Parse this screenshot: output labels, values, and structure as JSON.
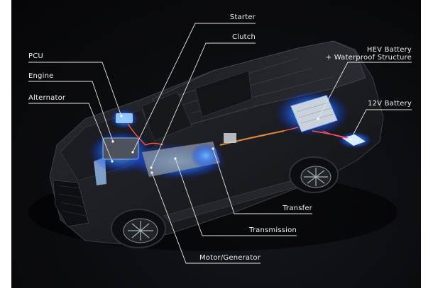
{
  "diagram": {
    "title": "Hybrid SUV powertrain component cutaway",
    "colors": {
      "background": "#0b0c10",
      "margin": "#ffffff",
      "label_text": "#f2f2f2",
      "leader_line": "#e6e6e6",
      "highlight_glow": "#2f8dff",
      "wiring": "#ff5a3c",
      "battery_pink": "#ff3fa0"
    },
    "labels": [
      {
        "id": "pcu",
        "text": "PCU",
        "side": "left"
      },
      {
        "id": "engine",
        "text": "Engine",
        "side": "left"
      },
      {
        "id": "alternator",
        "text": "Alternator",
        "side": "left"
      },
      {
        "id": "starter",
        "text": "Starter",
        "side": "top"
      },
      {
        "id": "clutch",
        "text": "Clutch",
        "side": "top"
      },
      {
        "id": "hev_battery_line1",
        "text": "HEV Battery",
        "side": "right"
      },
      {
        "id": "hev_battery_line2",
        "text": "+ Waterproof Structure",
        "side": "right"
      },
      {
        "id": "battery_12v",
        "text": "12V Battery",
        "side": "right"
      },
      {
        "id": "transfer",
        "text": "Transfer",
        "side": "bottom"
      },
      {
        "id": "transmission",
        "text": "Transmission",
        "side": "bottom"
      },
      {
        "id": "motor_generator",
        "text": "Motor/Generator",
        "side": "bottom"
      }
    ]
  }
}
